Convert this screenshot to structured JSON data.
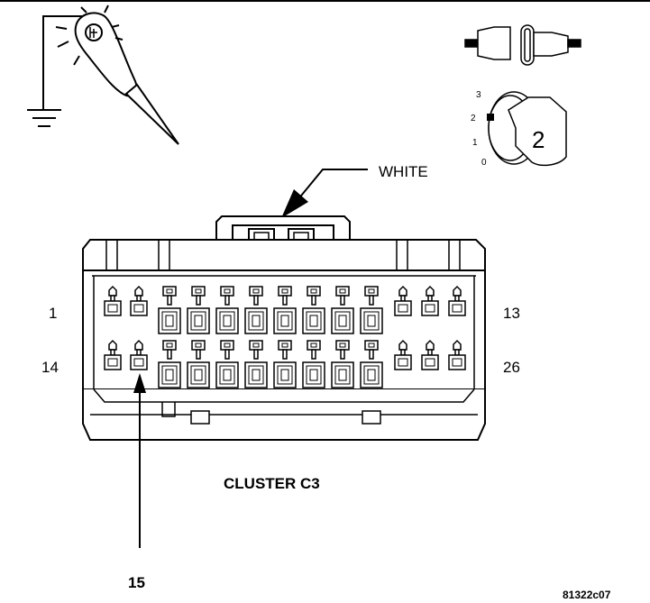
{
  "labels": {
    "white": "WHITE",
    "title": "CLUSTER C3",
    "pin_top_left": "1",
    "pin_top_right": "13",
    "pin_bottom_left": "14",
    "pin_bottom_right": "26",
    "callout_pin": "15",
    "figure_code": "81322c07"
  },
  "ignition": {
    "positions": [
      "3",
      "2",
      "1",
      "0"
    ],
    "key_position": "2"
  },
  "icons": {
    "test_light": "test-light-icon",
    "ground": "ground-icon",
    "fuse": "fuse-icon",
    "ignition_key": "ignition-key-icon"
  }
}
